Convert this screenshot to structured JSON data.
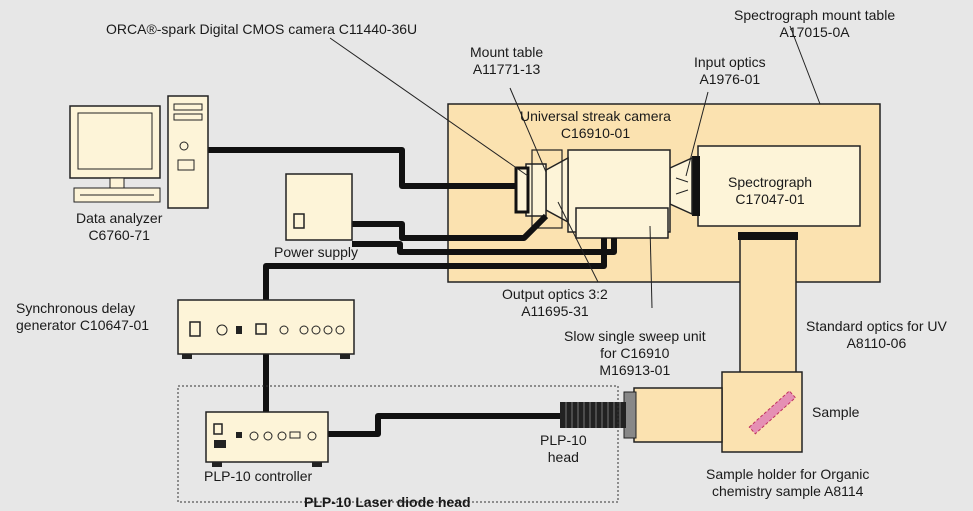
{
  "labels": {
    "camera": "ORCA®-spark Digital CMOS camera C11440-36U",
    "mount_table_1": "Mount table",
    "mount_table_2": "A11771-13",
    "spectro_mount_1": "Spectrograph mount table",
    "spectro_mount_2": "A17015-0A",
    "input_optics_1": "Input optics",
    "input_optics_2": "A1976-01",
    "streak_1": "Universal streak camera",
    "streak_2": "C16910-01",
    "spectrograph_1": "Spectrograph",
    "spectrograph_2": "C17047-01",
    "analyzer_1": "Data analyzer",
    "analyzer_2": "C6760-71",
    "power_supply": "Power supply",
    "delay_1": "Synchronous delay",
    "delay_2": "generator C10647-01",
    "output_optics_1": "Output optics 3:2",
    "output_optics_2": "A11695-31",
    "sweep_1": "Slow single sweep unit",
    "sweep_2": "for C16910",
    "sweep_3": "M16913-01",
    "std_optics_1": "Standard optics for UV",
    "std_optics_2": "A8110-06",
    "sample": "Sample",
    "plp_head_1": "PLP-10",
    "plp_head_2": "head",
    "plp_controller": "PLP-10 controller",
    "holder_1": "Sample holder for Organic",
    "holder_2": "chemistry sample A8114",
    "laser_head": "PLP-10 Laser diode head"
  },
  "colors": {
    "background": "#e7e7e7",
    "table_fill": "#fbe2b0",
    "device_fill": "#fdf4d8",
    "cable": "#111111",
    "sample_stripe": "#e590b4"
  }
}
